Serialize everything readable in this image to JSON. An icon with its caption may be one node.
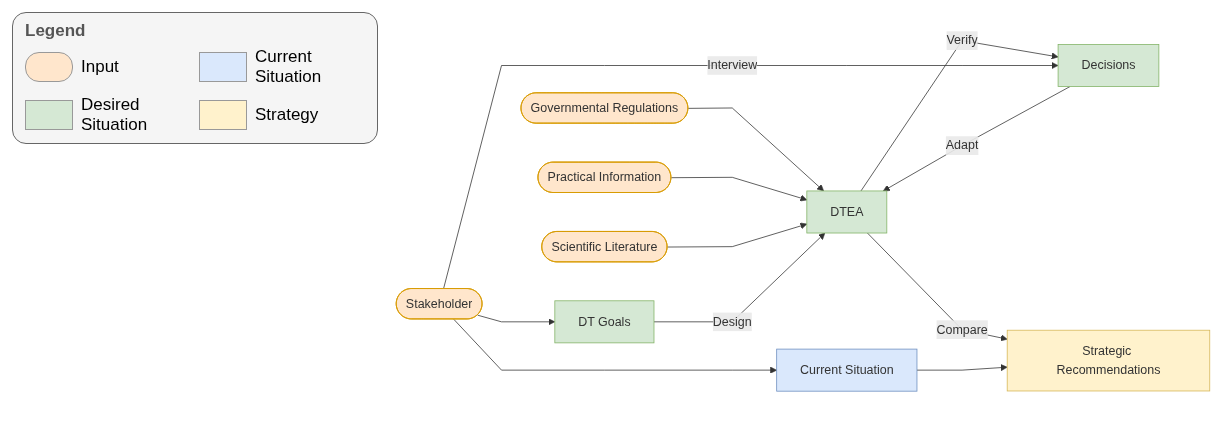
{
  "diagram": {
    "nodes": [
      {
        "text": [
          "Governmental Regulations"
        ]
      },
      {
        "text": [
          "Practical Information"
        ]
      },
      {
        "text": [
          "Scientific Literature"
        ]
      },
      {
        "text": [
          "DT Goals"
        ]
      },
      {
        "text": [
          "DTEA"
        ]
      },
      {
        "text": [
          "Stakeholder"
        ]
      },
      {
        "text": [
          "Decisions"
        ]
      },
      {
        "text": [
          "Current Situation"
        ]
      },
      {
        "text": [
          "Strategic Recommendations"
        ]
      }
    ],
    "edges": [
      {
        "from": 0,
        "to": 4,
        "arrow": "to"
      },
      {
        "from": 1,
        "to": 4,
        "arrow": "to"
      },
      {
        "from": 2,
        "to": 4,
        "arrow": "to"
      },
      {
        "from": 3,
        "to": 4,
        "arrow": "to",
        "label": "Design"
      },
      {
        "from": 4,
        "to": 6,
        "arrow": "to",
        "label": "Verify"
      },
      {
        "from": 6,
        "to": 4,
        "arrow": "to",
        "label": "Adapt"
      },
      {
        "from": 5,
        "to": 3,
        "arrow": "to"
      },
      {
        "from": 5,
        "to": 6,
        "arrow": "to",
        "label": "Interview"
      },
      {
        "from": 5,
        "to": 7,
        "arrow": "to"
      },
      {
        "from": 4,
        "to": 8,
        "arrow": "to",
        "label": "Compare"
      },
      {
        "from": 7,
        "to": 8,
        "arrow": "to"
      }
    ],
    "labels": [
      "Legend"
    ],
    "legend": [
      {
        "text": "Input",
        "color": "#ffe6cc"
      },
      {
        "text": "Current Situation",
        "color": "#dae8fc"
      },
      {
        "text": "Desired Situation",
        "color": "#d5e8d4"
      },
      {
        "text": "Strategy",
        "color": "#fff2cc"
      }
    ]
  }
}
